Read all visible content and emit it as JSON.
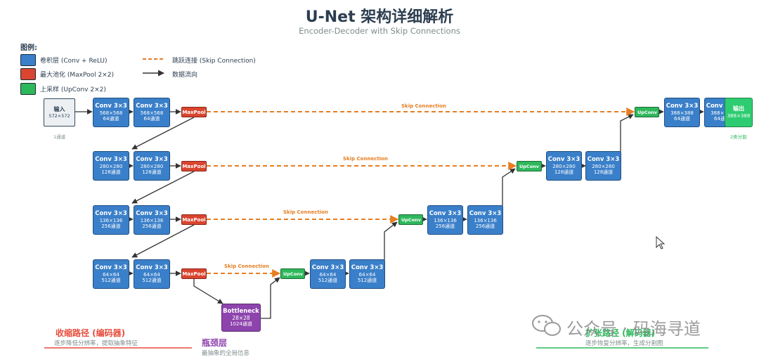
{
  "header": {
    "title": "U-Net 架构详细解析",
    "subtitle": "Encoder-Decoder with Skip Connections"
  },
  "legend": {
    "title": "图例:",
    "items": [
      {
        "label": "卷积层 (Conv + ReLU)",
        "color": "#3a7fc9"
      },
      {
        "label": "最大池化 (MaxPool 2×2)",
        "color": "#d9452f"
      },
      {
        "label": "上采样 (UpConv 2×2)",
        "color": "#2eb85c"
      },
      {
        "label": "跳跃连接 (Skip Connection)",
        "color": "#e67e22"
      },
      {
        "label": "数据流向",
        "color": "#333333"
      }
    ]
  },
  "input": {
    "title": "输入",
    "size": "572×572",
    "note": "1通道"
  },
  "output": {
    "title": "输出",
    "size": "388×388",
    "note": "2类分割"
  },
  "encoder": [
    {
      "conv1": {
        "title": "Conv 3×3",
        "size": "568×568",
        "channels": "64通道"
      },
      "conv2": {
        "title": "Conv 3×3",
        "size": "568×568",
        "channels": "64通道"
      },
      "pool": "MaxPool"
    },
    {
      "conv1": {
        "title": "Conv 3×3",
        "size": "280×280",
        "channels": "128通道"
      },
      "conv2": {
        "title": "Conv 3×3",
        "size": "280×280",
        "channels": "128通道"
      },
      "pool": "MaxPool"
    },
    {
      "conv1": {
        "title": "Conv 3×3",
        "size": "136×136",
        "channels": "256通道"
      },
      "conv2": {
        "title": "Conv 3×3",
        "size": "136×136",
        "channels": "256通道"
      },
      "pool": "MaxPool"
    },
    {
      "conv1": {
        "title": "Conv 3×3",
        "size": "64×64",
        "channels": "512通道"
      },
      "conv2": {
        "title": "Conv 3×3",
        "size": "64×64",
        "channels": "512通道"
      },
      "pool": "MaxPool"
    }
  ],
  "bottleneck": {
    "title": "Bottleneck",
    "size": "28×28",
    "channels": "1024通道"
  },
  "decoder": [
    {
      "up": "UpConv",
      "conv1": {
        "title": "Conv 3×3",
        "size": "64×64",
        "channels": "512通道"
      },
      "conv2": {
        "title": "Conv 3×3",
        "size": "64×64",
        "channels": "512通道"
      }
    },
    {
      "up": "UpConv",
      "conv1": {
        "title": "Conv 3×3",
        "size": "136×136",
        "channels": "256通道"
      },
      "conv2": {
        "title": "Conv 3×3",
        "size": "136×136",
        "channels": "256通道"
      }
    },
    {
      "up": "UpConv",
      "conv1": {
        "title": "Conv 3×3",
        "size": "280×280",
        "channels": "128通道"
      },
      "conv2": {
        "title": "Conv 3×3",
        "size": "280×280",
        "channels": "128通道"
      }
    },
    {
      "up": "UpConv",
      "conv1": {
        "title": "Conv 3×3",
        "size": "388×388",
        "channels": "64通道"
      },
      "conv2": {
        "title": "Conv 3×3",
        "size": "388×388",
        "channels": "64通道"
      }
    }
  ],
  "skip_label": "Skip Connection",
  "sections": {
    "encoder": {
      "title": "收缩路径 (编码器)",
      "desc": "逐步降低分辨率，提取抽象特征",
      "color": "#e74c3c"
    },
    "bottleneck": {
      "title": "瓶颈层",
      "desc": "最抽象的全局信息",
      "color": "#8e44ad"
    },
    "decoder": {
      "title": "扩张路径 (解码器)",
      "desc": "逐步恢复分辨率，生成分割图",
      "color": "#2eb85c"
    }
  },
  "watermark": "公众号 · 码海寻道"
}
